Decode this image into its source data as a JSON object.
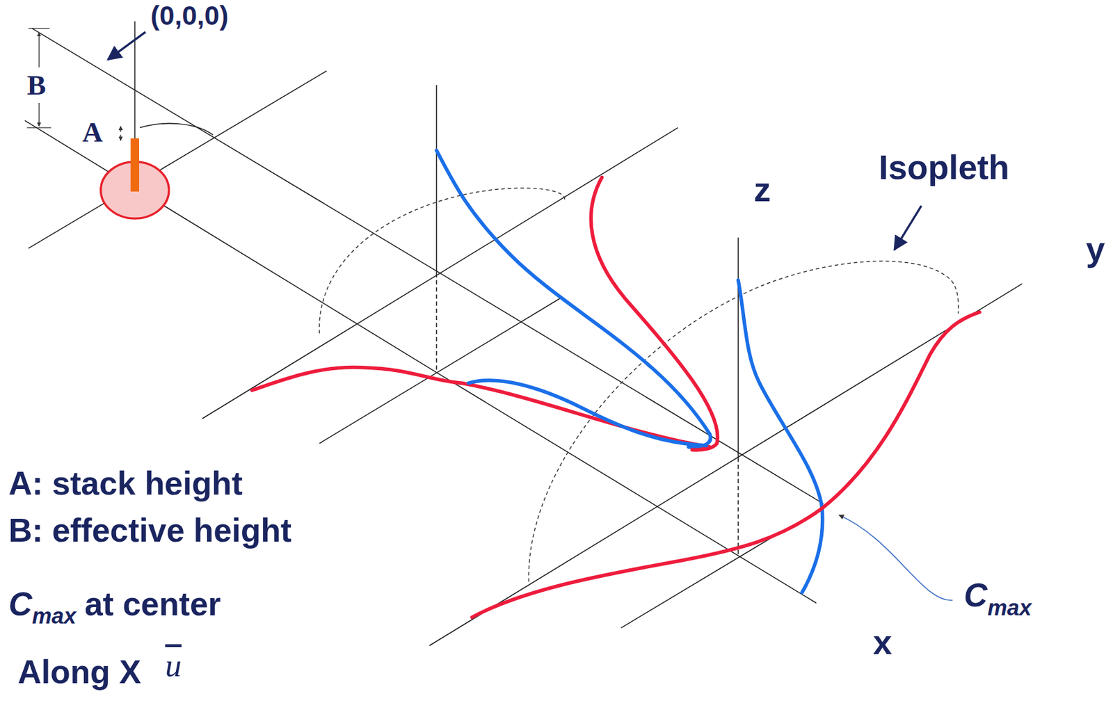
{
  "diagram": {
    "labels": [
      "(0,0,0)",
      "B",
      "A",
      "Isopleth",
      "z",
      "y",
      "A: stack height",
      "B: effective height",
      "C",
      "max",
      "at center",
      "Along X",
      "u",
      "C",
      "max",
      "x"
    ]
  }
}
